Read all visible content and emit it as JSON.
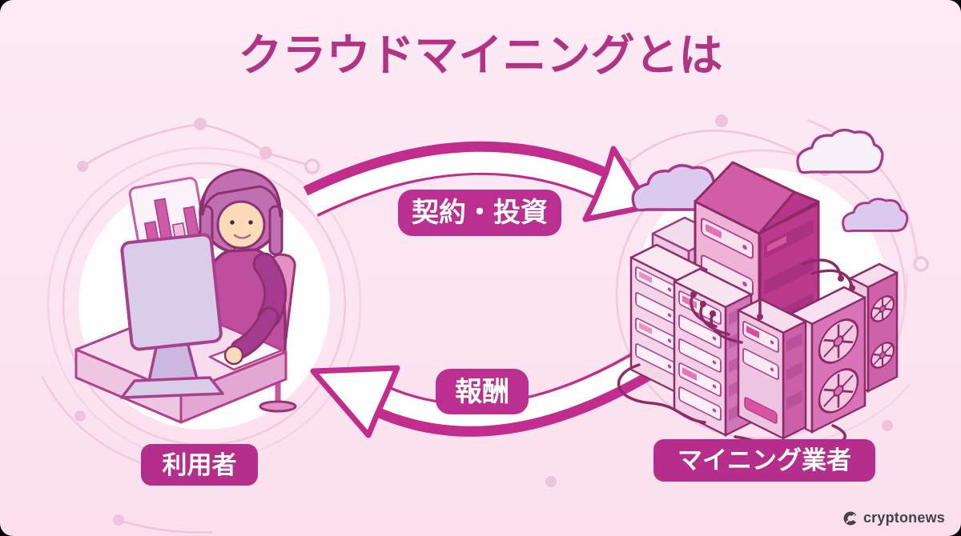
{
  "diagram": {
    "title": "クラウドマイニングとは",
    "entities": {
      "user": {
        "label": "利用者"
      },
      "provider": {
        "label": "マイニング業者"
      }
    },
    "flows": {
      "investment": {
        "label": "契約・投資",
        "from": "利用者",
        "to": "マイニング業者",
        "direction": "left-to-right"
      },
      "reward": {
        "label": "報酬",
        "from": "マイニング業者",
        "to": "利用者",
        "direction": "right-to-left"
      }
    },
    "colors": {
      "background": "#fce5f1",
      "accent_magenta": "#c22c8c",
      "badge_magenta": "#b52e8c",
      "title_magenta": "#b23383",
      "outline_dark": "#8f2a66",
      "white": "#ffffff"
    }
  },
  "icons": {
    "left_illustration": "woman-at-computer",
    "right_illustration": "mining-server-farm",
    "top_arrow": "curved-band-arrow-right",
    "bottom_arrow": "curved-band-arrow-left",
    "brand_icon": "cryptonews-c-mark"
  },
  "footer": {
    "brand": "cryptonews"
  }
}
